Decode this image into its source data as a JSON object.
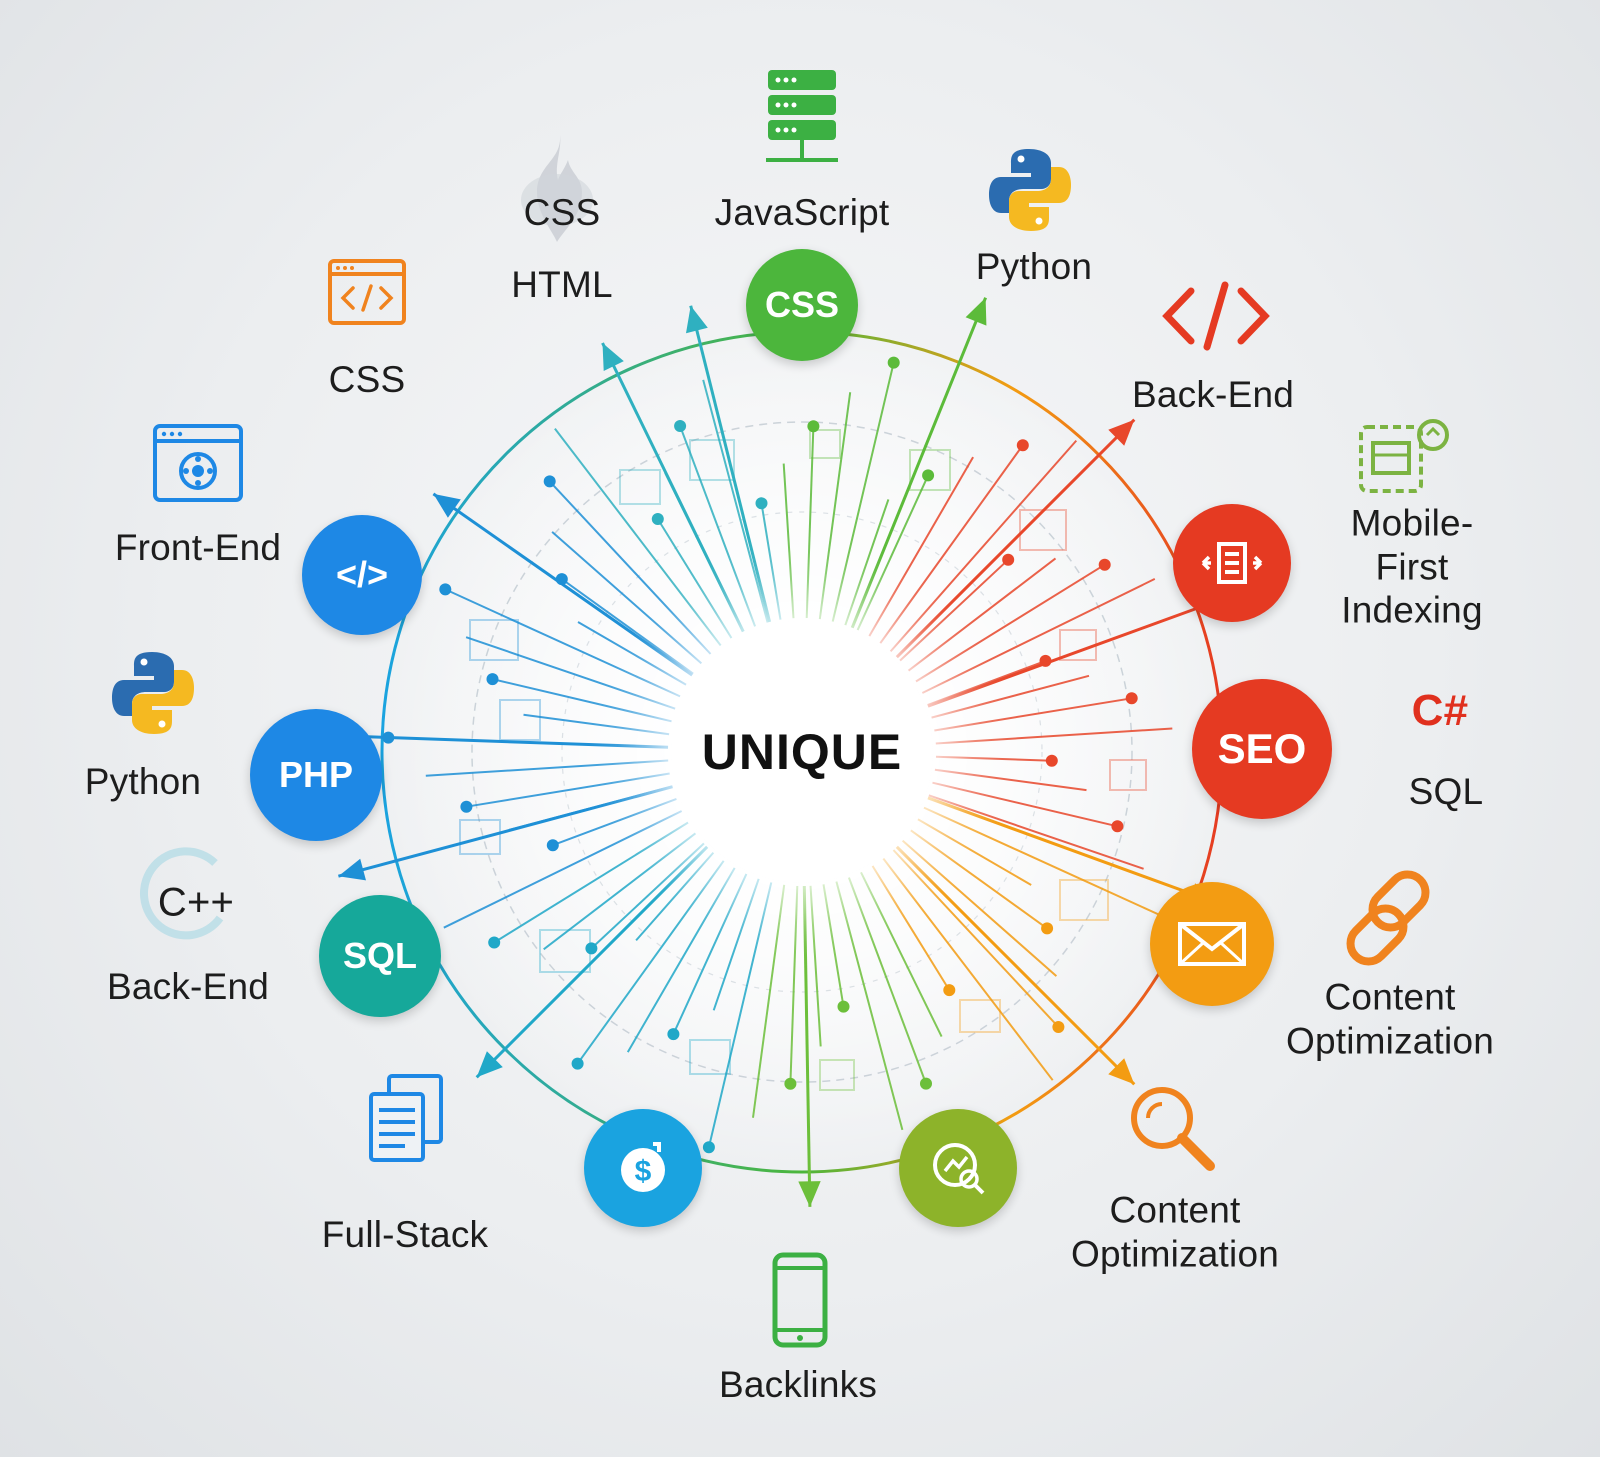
{
  "center": {
    "label": "UNIQUE"
  },
  "nodes": {
    "css": "CSS",
    "php": "PHP",
    "sql": "SQL",
    "seo": "SEO"
  },
  "labels": {
    "css_top_left": "CSS",
    "html": "HTML",
    "javascript": "JavaScript",
    "python_top": "Python",
    "backend_top": "Back-End",
    "css_left": "CSS",
    "frontend": "Front-End",
    "python_left": "Python",
    "cpp": "C++",
    "backend_left": "Back-End",
    "fullstack": "Full-Stack",
    "backlinks": "Backlinks",
    "content_opt_bottom": "Content\nOptimization",
    "content_opt_right": "Content\nOptimization",
    "mobile_first": "Mobile-First\nIndexing",
    "csharp": "C#",
    "sql_right": "SQL",
    "code_glyph": "</>"
  },
  "colors": {
    "blue": "#1e88e5",
    "sky": "#1aa3e0",
    "teal": "#16a89a",
    "green": "#4cb63c",
    "olive": "#8db32a",
    "orange": "#f39c12",
    "red_orange": "#ee5a24",
    "red": "#e53a22"
  },
  "icons": {
    "top_left": "flame-icon",
    "top": "server-icon",
    "python": "python-logo-icon",
    "code": "code-window-icon",
    "browser": "browser-window-icon",
    "mobile_layout": "mobile-layout-icon",
    "link": "link-icon",
    "search": "magnifier-icon",
    "phone": "smartphone-icon",
    "documents": "documents-icon",
    "dollar": "dollar-icon",
    "analytics": "chart-search-icon",
    "mail": "envelope-icon",
    "elementor": "elementor-icon"
  }
}
